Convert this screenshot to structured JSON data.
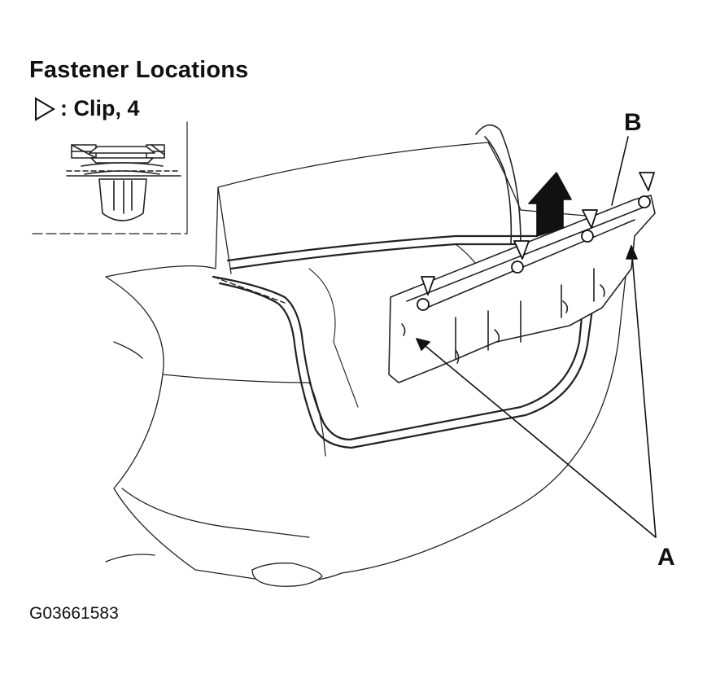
{
  "title": "Fastener Locations",
  "legend": {
    "symbol_icon": "clip-triangle-icon",
    "text": ": Clip, 4"
  },
  "callouts": {
    "a": "A",
    "b": "B"
  },
  "figure_code": "G03661583"
}
